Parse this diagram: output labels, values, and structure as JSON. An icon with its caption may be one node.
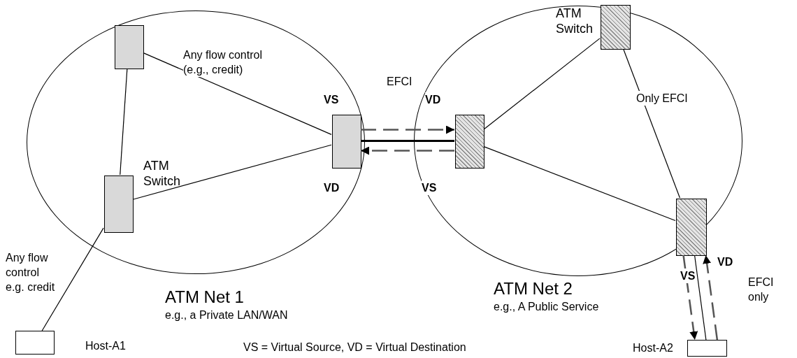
{
  "diagram": {
    "nodes": [
      {
        "text": [
          "ATM Net 1",
          "e.g., a Private LAN/WAN"
        ]
      },
      {
        "text": [],
        "shape": "box",
        "in": 0
      },
      {
        "text": [],
        "shape": "box",
        "in": 0,
        "beside": [
          "ATM Switch"
        ]
      },
      {
        "text": [],
        "shape": "box",
        "in": 0
      },
      {
        "text": [
          "ATM Net 2",
          "e.g., A Public Service"
        ]
      },
      {
        "text": [],
        "shape": "box",
        "in": 4,
        "beside": [
          "ATM Switch"
        ]
      },
      {
        "text": [],
        "shape": "box",
        "in": 4
      },
      {
        "text": [],
        "shape": "box",
        "in": 4
      },
      {
        "text": [],
        "shape": "box",
        "beside": [
          "Host-A1"
        ]
      },
      {
        "text": [],
        "shape": "box",
        "beside": [
          "Host-A2"
        ]
      }
    ],
    "edges": [
      {
        "from": 1,
        "to": 2,
        "arrow": "none"
      },
      {
        "from": 1,
        "to": 3,
        "arrow": "none"
      },
      {
        "from": 2,
        "to": 3,
        "arrow": "none"
      },
      {
        "from": 2,
        "to": 8,
        "arrow": "none"
      },
      {
        "from": 3,
        "to": 6,
        "arrow": "none",
        "style": "thick"
      },
      {
        "from": 3,
        "to": 6,
        "arrow": "to",
        "style": "dashed"
      },
      {
        "from": 6,
        "to": 3,
        "arrow": "to",
        "style": "dashed"
      },
      {
        "from": 6,
        "to": 5,
        "arrow": "none"
      },
      {
        "from": 5,
        "to": 7,
        "arrow": "none"
      },
      {
        "from": 6,
        "to": 7,
        "arrow": "none"
      },
      {
        "from": 7,
        "to": 9,
        "arrow": "none"
      },
      {
        "from": 7,
        "to": 9,
        "arrow": "to",
        "style": "dashed"
      },
      {
        "from": 9,
        "to": 7,
        "arrow": "to",
        "style": "dashed"
      }
    ],
    "labels": [
      "Any flow control (e.g., credit)",
      "EFCI",
      "VS",
      "VD",
      "VD",
      "VS",
      "Only EFCI",
      "Any flow control e.g. credit",
      "VS",
      "VD",
      "EFCI only",
      "VS = Virtual Source, VD = Virtual Destination"
    ]
  }
}
